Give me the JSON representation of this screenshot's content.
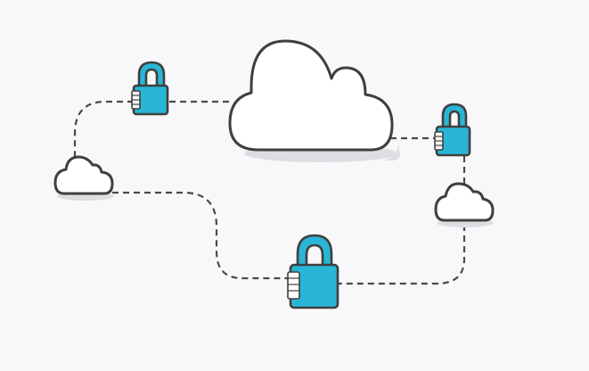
{
  "scene": {
    "description_items": {
      "clouds": [
        "cloud-main",
        "cloud-left",
        "cloud-right"
      ],
      "locks": [
        "lock-top",
        "lock-right",
        "lock-bottom"
      ]
    },
    "colors": {
      "background": "#f8f8fa",
      "lock": "#29b6d6",
      "outline": "#3f3f3f",
      "cloud_fill": "#ffffff",
      "shadow": "#dedee2"
    },
    "icons": [
      "cloud-icon",
      "padlock-icon",
      "dashed-connector"
    ]
  }
}
